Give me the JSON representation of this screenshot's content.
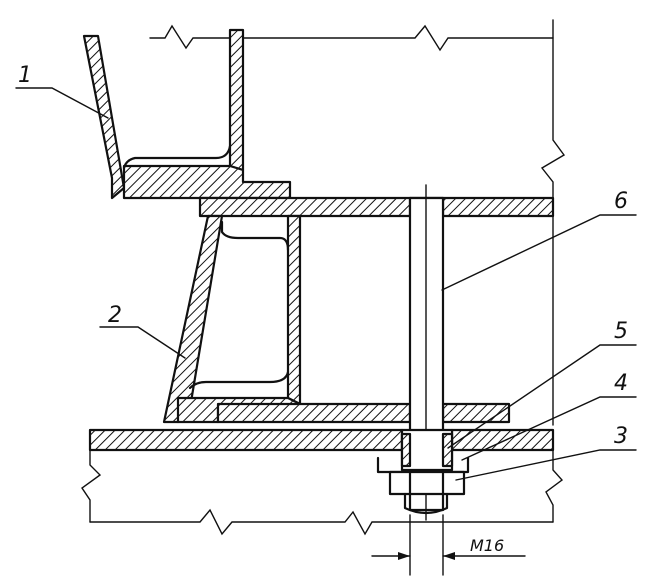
{
  "labels": {
    "part1": "1",
    "part2": "2",
    "part3": "3",
    "part4": "4",
    "part5": "5",
    "part6": "6",
    "thread": "M16"
  }
}
